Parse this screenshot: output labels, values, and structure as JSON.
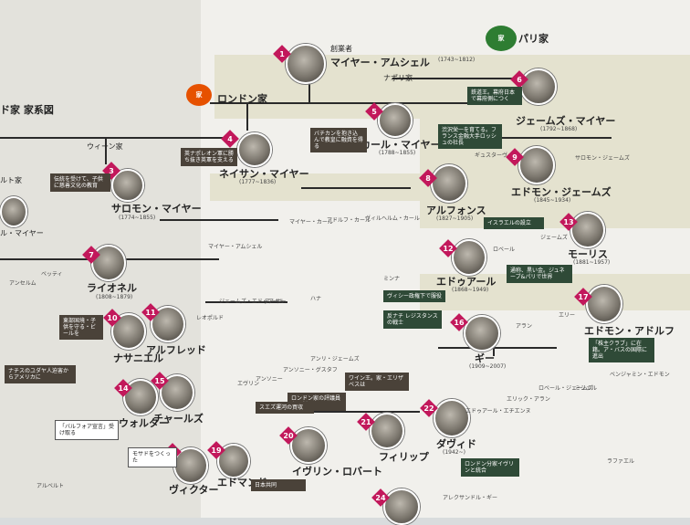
{
  "left_page": {
    "title": "ド家 家系図",
    "labels": [
      {
        "text": "ウィーン家"
      },
      {
        "text": "ルト家"
      },
      {
        "text": "サロモン・マイヤー"
      },
      {
        "text": "(1774~1855)"
      },
      {
        "text": "ル・マイヤー"
      },
      {
        "text": "ライオネル"
      },
      {
        "text": "(1808~1879)"
      },
      {
        "text": "アンセルム"
      },
      {
        "text": "ベッティ"
      },
      {
        "text": "ナサニエル"
      },
      {
        "text": "アルフレッド"
      },
      {
        "text": "ウォルター"
      },
      {
        "text": "チャールズ"
      },
      {
        "text": "ヴィクター"
      },
      {
        "text": "アルベルト"
      }
    ]
  },
  "right_page": {
    "house_flag_label": "パリ家",
    "naples_label": "ナポリ家",
    "london_label": "ロンドン家",
    "founder": {
      "role": "創業者",
      "name": "マイヤー・アムシェル",
      "years": "(1743~1812)"
    },
    "people": [
      {
        "num": "1"
      },
      {
        "num": "3"
      },
      {
        "num": "4",
        "name": "ネイサン・マイヤー",
        "years": "(1777~1836)"
      },
      {
        "num": "5",
        "name": "カール・マイヤー",
        "years": "(1788~1855)"
      },
      {
        "num": "6",
        "name": "ジェームズ・マイヤー",
        "years": "(1792~1868)"
      },
      {
        "num": "7"
      },
      {
        "num": "8",
        "name": "アルフォンス",
        "years": "(1827~1905)"
      },
      {
        "num": "9",
        "name": "エドモン・ジェームズ",
        "years": "(1845~1934)"
      },
      {
        "num": "10"
      },
      {
        "num": "11"
      },
      {
        "num": "12",
        "name": "エドゥアール",
        "years": "(1868~1949)"
      },
      {
        "num": "13",
        "name": "モーリス",
        "years": "(1881~1957)"
      },
      {
        "num": "14"
      },
      {
        "num": "15"
      },
      {
        "num": "16",
        "name": "ギー",
        "years": "(1909~2007)"
      },
      {
        "num": "17",
        "name": "エドモン・アドルフ"
      },
      {
        "num": "18"
      },
      {
        "num": "19",
        "name": "エドマンド"
      },
      {
        "num": "20",
        "name": "イヴリン・ロバート"
      },
      {
        "num": "21",
        "name": "フィリップ"
      },
      {
        "num": "22",
        "name": "ダヴィド",
        "years": "(1942~)"
      },
      {
        "num": "24"
      }
    ],
    "small_names": [
      "マイヤー・カール",
      "アドルフ・カール",
      "ヴィルヘルム・カール",
      "ミンナ",
      "アーサー",
      "ハナ",
      "アンソニー",
      "マイヤー・アムシェル",
      "レオポルド",
      "ジェームズ・エドゥアール",
      "ロベール",
      "ジェームズ",
      "アラン",
      "エリー",
      "ギュスターヴ",
      "サロモン・ジェームズ",
      "アンソニー・グスタフ",
      "アンリ・ジェームズ",
      "エヴリン",
      "ロベール・ジェームズ",
      "エリック・アラン",
      "ミシェル",
      "ベンジャミン・エドモン",
      "ラファエル",
      "アレクサンドル・ギー",
      "エドゥアール・エチエンヌ"
    ],
    "notes": [
      "バチカンを抱き込んで教皇に融資を得る",
      "英ナポレオン軍に勝ち抜き英軍を支える",
      "鉄道王。幕府日本で幕府側につく",
      "渋沢栄一を育てる。フランス金融大手ロッシュの社長",
      "イスラエルの設立",
      "通称、黒い金。ジュネーブ&パリで世界",
      "ヴィシー政権下で服役",
      "反ナチ レジスタンスの戦士",
      "ロンドン家の評議員を歴任",
      "ワイン王。家・エリザベスは",
      "「株主クラブ」に在籍。ア・バスの国際に進出",
      "ロンドン分家イヴリンと統合",
      "日本共同",
      "モサドをつくった",
      "スエズ運河の買収",
      "「バルフォア宣言」受け取る",
      "伝統を受けて、子供に慈善文化の教育",
      "ナチスのユダヤ人迫害からアメリカに",
      "東部国境・子供を守る・ビールを"
    ]
  }
}
